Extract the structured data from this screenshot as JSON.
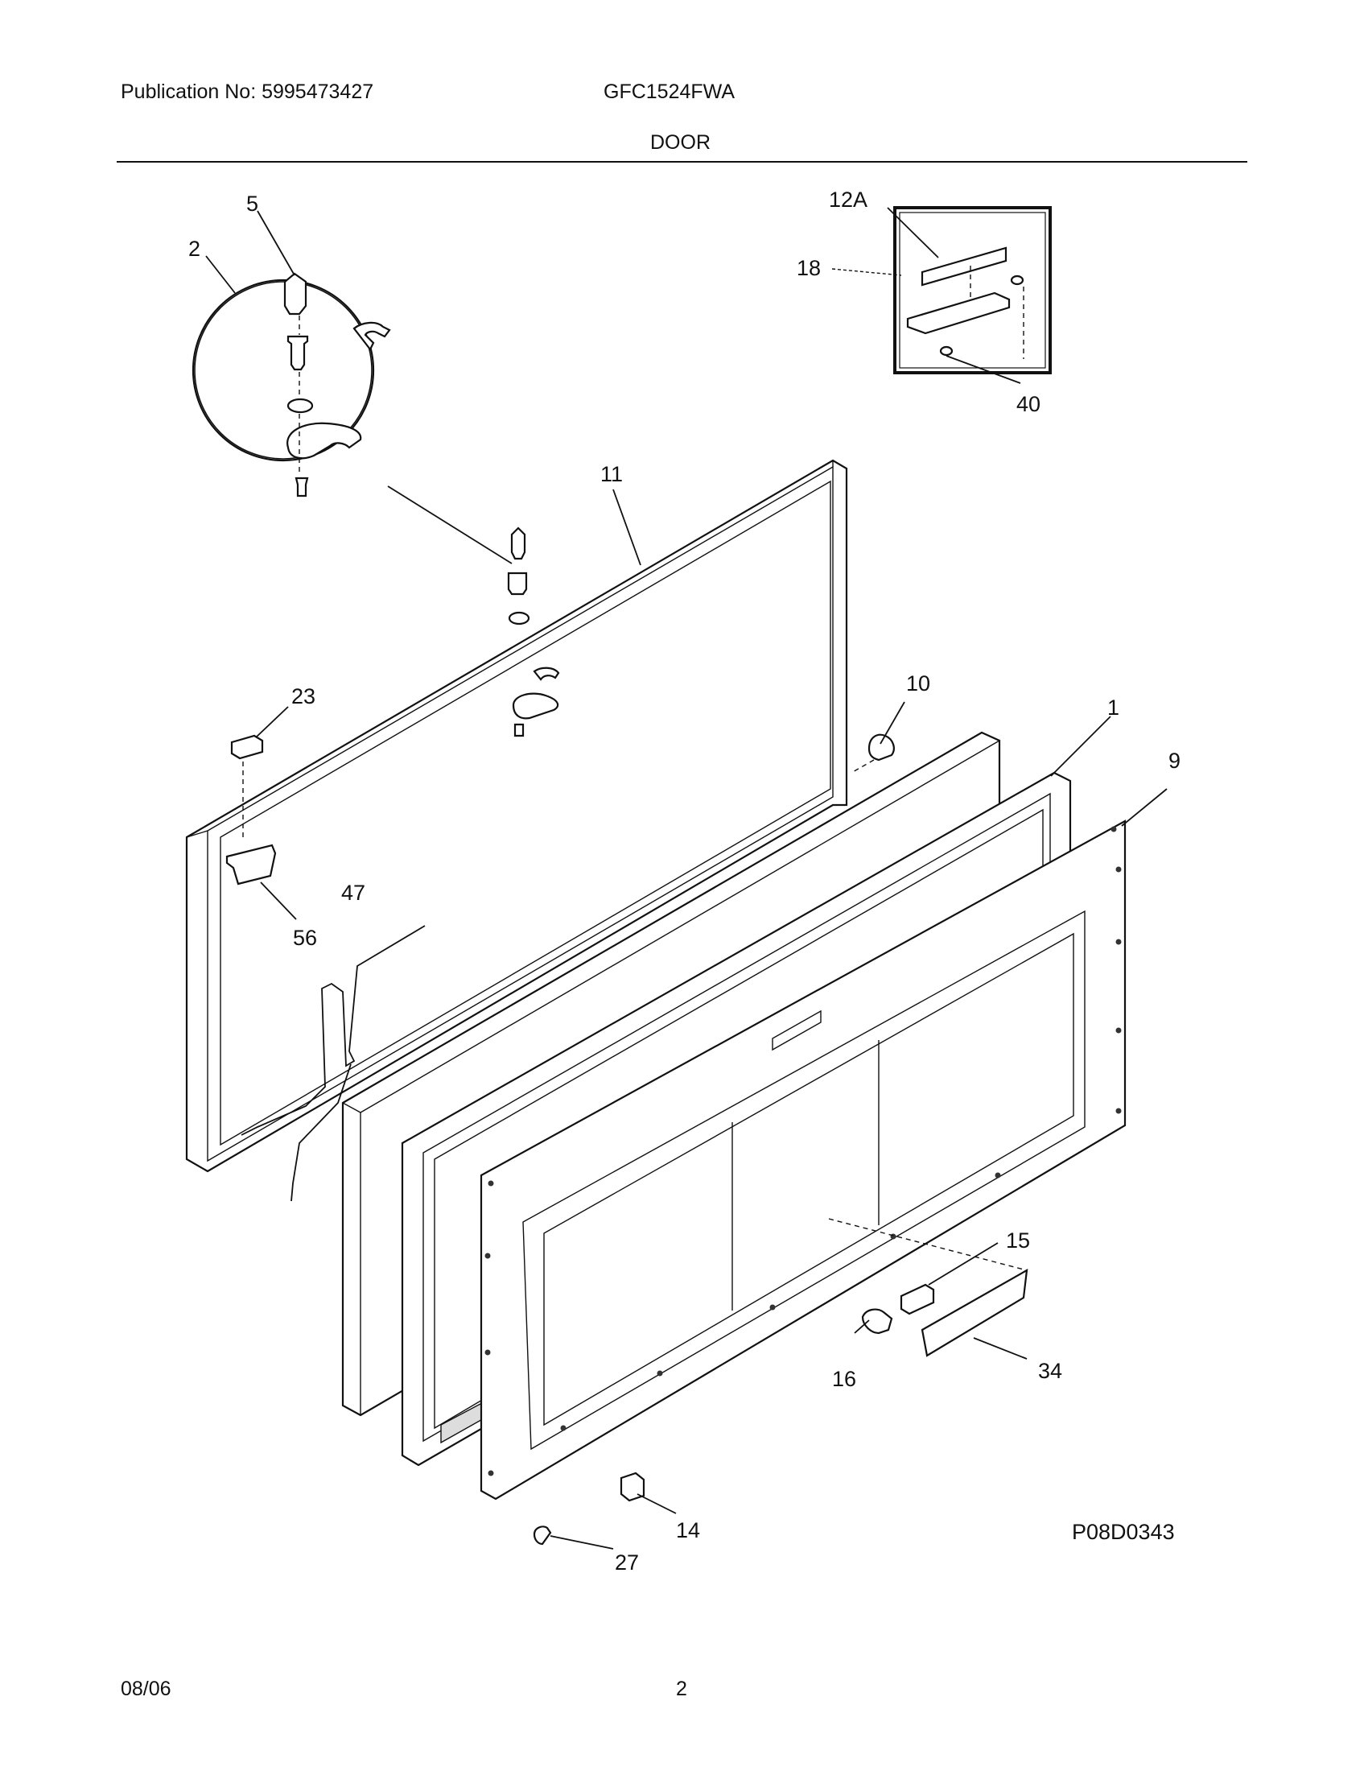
{
  "header": {
    "publication": "Publication No: 5995473427",
    "model": "GFC1524FWA",
    "section": "DOOR"
  },
  "diagram": {
    "drawing_id": "P08D0343",
    "callouts": {
      "c1": "1",
      "c2": "2",
      "c5": "5",
      "c9": "9",
      "c10": "10",
      "c11": "11",
      "c12A": "12A",
      "c14": "14",
      "c15": "15",
      "c16": "16",
      "c18": "18",
      "c23": "23",
      "c27": "27",
      "c34": "34",
      "c40": "40",
      "c47": "47",
      "c56": "56"
    }
  },
  "footer": {
    "date": "08/06",
    "page": "2"
  }
}
